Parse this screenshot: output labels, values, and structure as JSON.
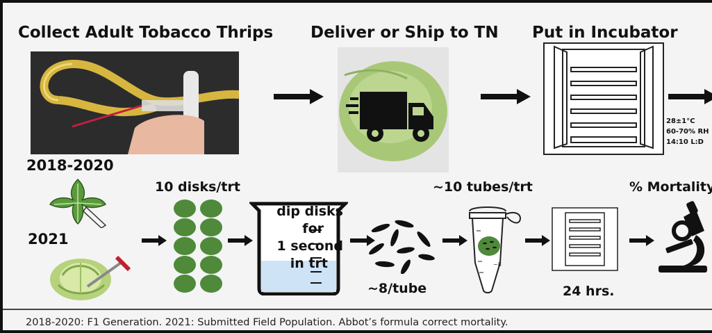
{
  "top_row": {
    "step1_title": "Collect Adult Tobacco  Thrips",
    "step2_title": "Deliver or Ship to TN",
    "step3_title": "Put in Incubator",
    "conditions": [
      "28±1°C",
      "60-70% RH",
      "14:10 L:D"
    ]
  },
  "bottom_row": {
    "year_1": "2018-2020",
    "year_2": "2021",
    "disks_label": "10 disks/trt",
    "beaker_lines": [
      "dip disks",
      "for",
      "1 second",
      "in trt"
    ],
    "thrips_count": "~8/tube",
    "tubes_label": "~10 tubes/trt",
    "tube_mark": "~8",
    "duration": "24 hrs.",
    "mortality_label": "% Mortality"
  },
  "footnote": "2018-2020: F1 Generation. 2021: Submitted Field Population. Abbot’s formula correct mortality.",
  "colors": {
    "disk_green": "#4e8a3a",
    "tube_yellow": "#e3c25a",
    "beaker_blue": "#cfe3f6"
  },
  "icons": [
    "aspirator-photo",
    "delivery-truck-icon",
    "incubator-icon",
    "leaf-icon",
    "cabbage-icon",
    "beaker-icon",
    "thrips-icon",
    "microtube-icon",
    "microscope-icon",
    "arrow-right-icon"
  ]
}
